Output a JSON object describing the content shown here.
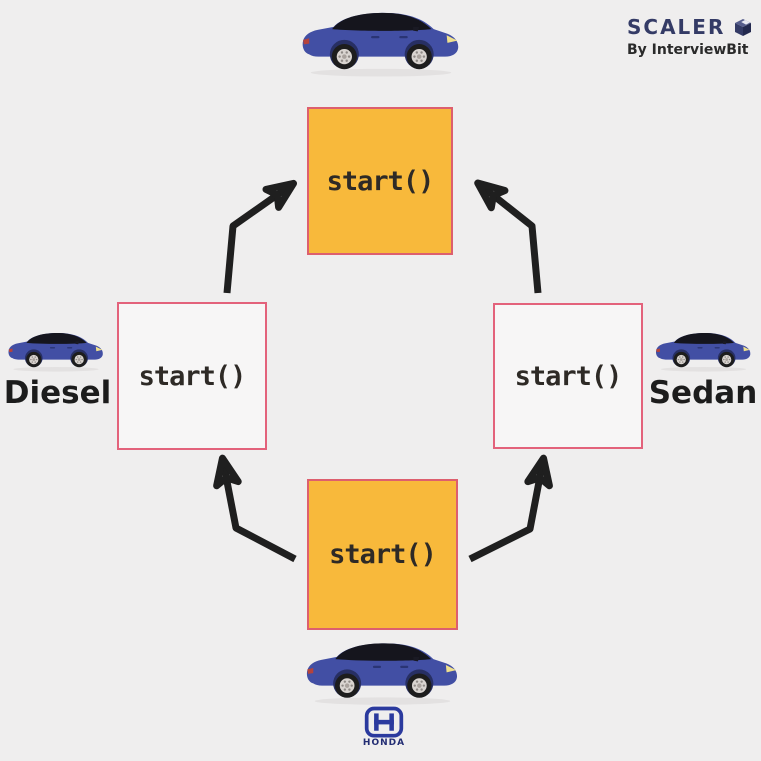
{
  "brand": {
    "name": "SCALER",
    "tagline": "By InterviewBit"
  },
  "diagram": {
    "boxes": [
      {
        "id": "top",
        "label": "start()",
        "style": "filled"
      },
      {
        "id": "left",
        "label": "start()",
        "style": "outlined",
        "caption": "Diesel"
      },
      {
        "id": "right",
        "label": "start()",
        "style": "outlined",
        "caption": "Sedan"
      },
      {
        "id": "bottom",
        "label": "start()",
        "style": "filled"
      }
    ],
    "arrows": [
      {
        "from": "left-box",
        "to": "top-box"
      },
      {
        "from": "right-box",
        "to": "top-box"
      },
      {
        "from": "bottom-box",
        "to": "left-box"
      },
      {
        "from": "bottom-box",
        "to": "right-box"
      }
    ],
    "icons": {
      "top_car": "blue-suv-car",
      "left_car": "blue-suv-car",
      "right_car": "blue-suv-car",
      "bottom_car": "blue-suv-car",
      "brand_cube": "scaler-cube",
      "honda_badge": "honda-h-logo"
    }
  },
  "badge": {
    "brand_text": "HONDA"
  },
  "colors": {
    "background": "#EFEEEE",
    "box_fill_orange": "#F8B93B",
    "box_border_pink": "#E3627B",
    "box_fill_white": "#F7F6F6",
    "arrow_black": "#1F1F1F",
    "method_text": "#2E2A26",
    "scaler_navy": "#343B66",
    "honda_blue": "#2B3A9E",
    "car_blue": "#424FA4"
  }
}
